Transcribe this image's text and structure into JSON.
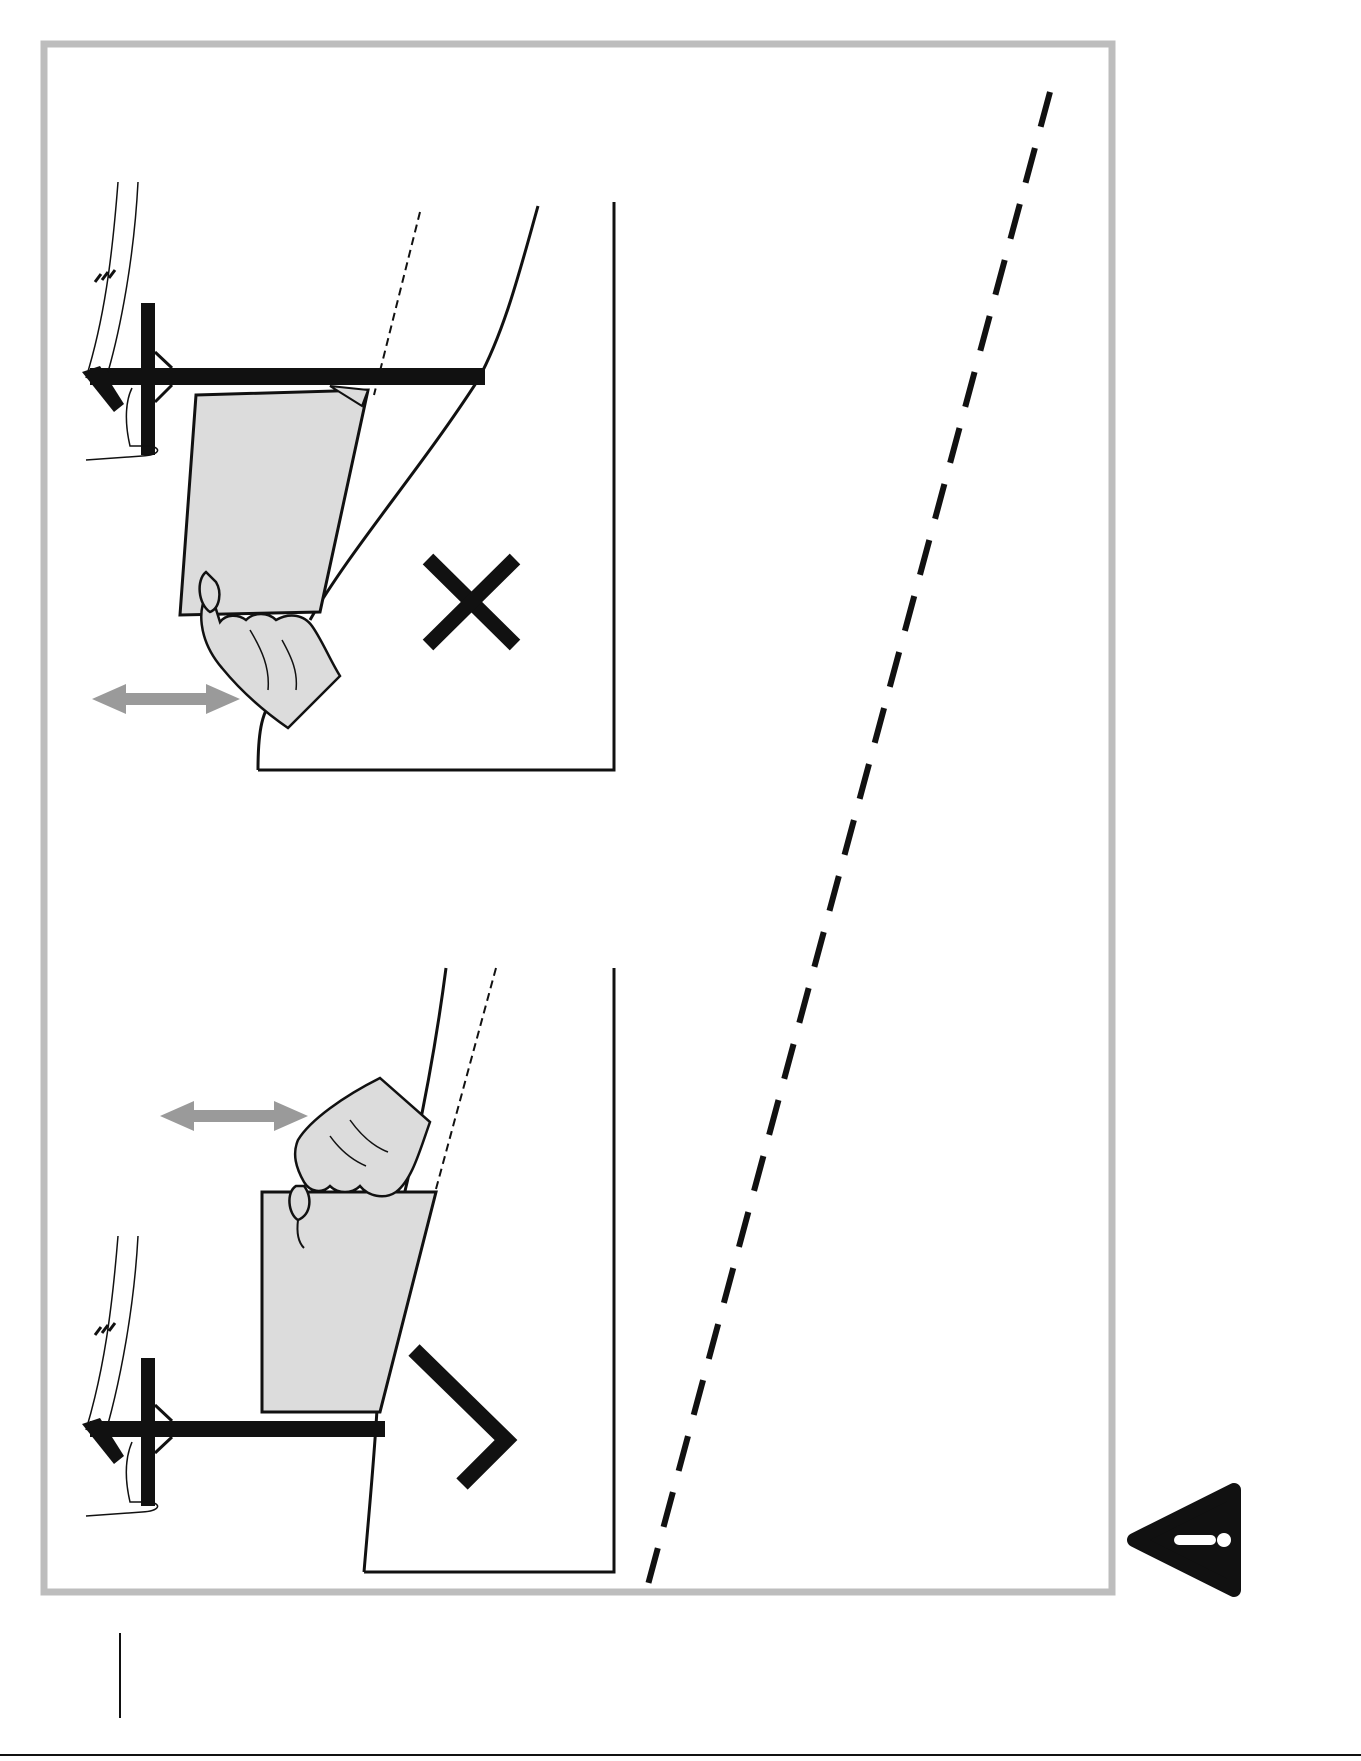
{
  "figure": {
    "name": "manual-page-illustration",
    "panels": [
      {
        "id": "top",
        "verdict": "wrong",
        "verdict_icon": "cross-icon",
        "motion_icon": "double-arrow-icon"
      },
      {
        "id": "bottom",
        "verdict": "correct",
        "verdict_icon": "checkmark-icon",
        "motion_icon": "double-arrow-icon"
      }
    ],
    "warning_icon": "warning-triangle-icon"
  },
  "colors": {
    "frame": "#bdbdbd",
    "ink": "#111111",
    "paper": "#dcdcdc",
    "arrow": "#9a9a9a",
    "dash_line": "#111111"
  }
}
